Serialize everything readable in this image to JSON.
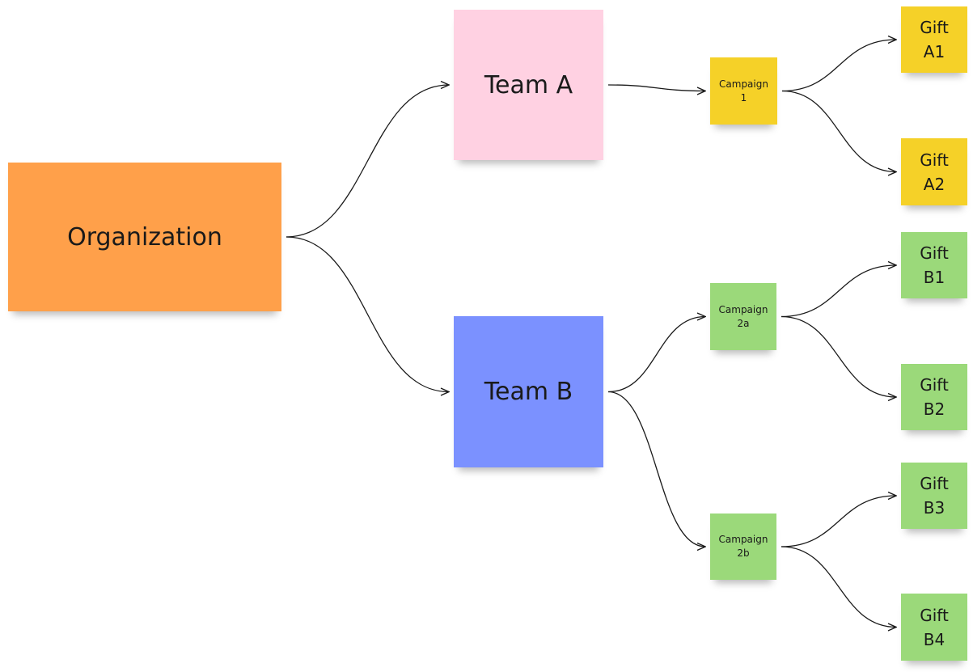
{
  "colors": {
    "orange": "#FFA04A",
    "pink": "#FFD1E2",
    "blue": "#7B91FF",
    "yellow": "#F5D128",
    "green": "#9BD97A",
    "connector": "#1a1a1a"
  },
  "nodes": {
    "organization": {
      "label": "Organization",
      "color": "orange"
    },
    "team_a": {
      "label": "Team A",
      "color": "pink"
    },
    "team_b": {
      "label": "Team B",
      "color": "blue"
    },
    "campaign_1": {
      "label": "Campaign\n1",
      "color": "yellow"
    },
    "campaign_2a": {
      "label": "Campaign\n2a",
      "color": "green"
    },
    "campaign_2b": {
      "label": "Campaign\n2b",
      "color": "green"
    },
    "gift_a1": {
      "label": "Gift\nA1",
      "color": "yellow"
    },
    "gift_a2": {
      "label": "Gift\nA2",
      "color": "yellow"
    },
    "gift_b1": {
      "label": "Gift\nB1",
      "color": "green"
    },
    "gift_b2": {
      "label": "Gift\nB2",
      "color": "green"
    },
    "gift_b3": {
      "label": "Gift\nB3",
      "color": "green"
    },
    "gift_b4": {
      "label": "Gift\nB4",
      "color": "green"
    }
  },
  "edges": [
    {
      "from": "organization",
      "to": "team_a"
    },
    {
      "from": "organization",
      "to": "team_b"
    },
    {
      "from": "team_a",
      "to": "campaign_1"
    },
    {
      "from": "team_b",
      "to": "campaign_2a"
    },
    {
      "from": "team_b",
      "to": "campaign_2b"
    },
    {
      "from": "campaign_1",
      "to": "gift_a1"
    },
    {
      "from": "campaign_1",
      "to": "gift_a2"
    },
    {
      "from": "campaign_2a",
      "to": "gift_b1"
    },
    {
      "from": "campaign_2a",
      "to": "gift_b2"
    },
    {
      "from": "campaign_2b",
      "to": "gift_b3"
    },
    {
      "from": "campaign_2b",
      "to": "gift_b4"
    }
  ]
}
